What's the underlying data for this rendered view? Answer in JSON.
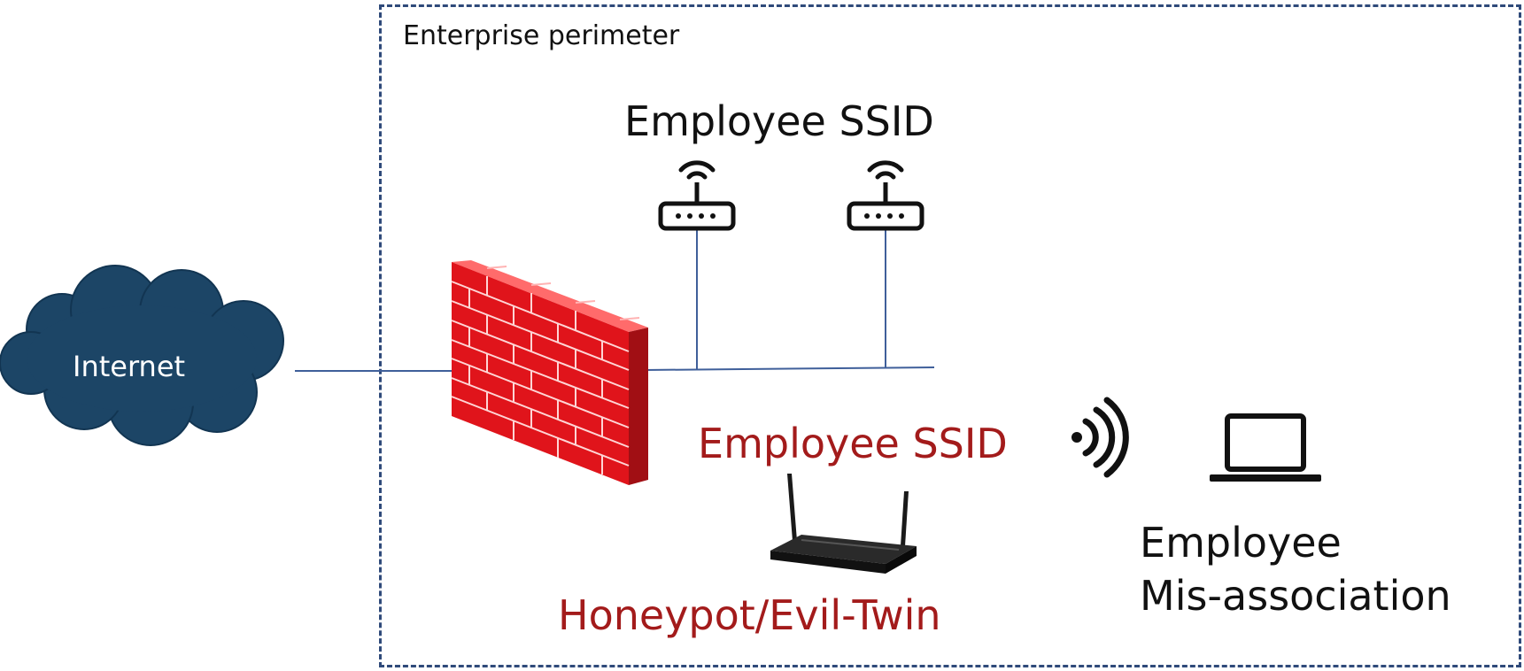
{
  "diagram": {
    "perimeter_label": "Enterprise perimeter",
    "internet_label": "Internet",
    "legit_ssid_label": "Employee SSID",
    "rogue_ssid_label": "Employee SSID",
    "rogue_device_label": "Honeypot/Evil-Twin",
    "client_label_line1": "Employee",
    "client_label_line2": "Mis-association"
  },
  "colors": {
    "perimeter_border": "#2f4a7a",
    "cloud_fill": "#1c4566",
    "link_line": "#3f5f9a",
    "firewall_red": "#e0141b",
    "attacker_text": "#a31b1b",
    "text": "#111111"
  },
  "icons": {
    "internet": "cloud-icon",
    "firewall": "brick-wall-icon",
    "access_point": "wifi-router-icon",
    "rogue_ap": "router-with-antennas-icon",
    "signal": "wireless-signal-icon",
    "client": "laptop-icon"
  }
}
